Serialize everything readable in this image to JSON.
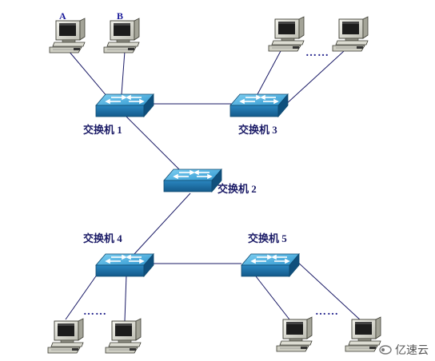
{
  "switches": [
    {
      "id": "s1",
      "label": "交换机 1"
    },
    {
      "id": "s2",
      "label": "交换机 2"
    },
    {
      "id": "s3",
      "label": "交换机 3"
    },
    {
      "id": "s4",
      "label": "交换机 4"
    },
    {
      "id": "s5",
      "label": "交换机 5"
    }
  ],
  "pc_labels": {
    "a": "A",
    "b": "B"
  },
  "ellipsis": "……",
  "watermark": {
    "text": "亿速云",
    "icon": "cloud-logo-icon"
  },
  "colors": {
    "switch_top": "#4fb6e6",
    "switch_side": "#1b6fa8",
    "link": "#1a1a66",
    "label": "#1a1a66"
  }
}
